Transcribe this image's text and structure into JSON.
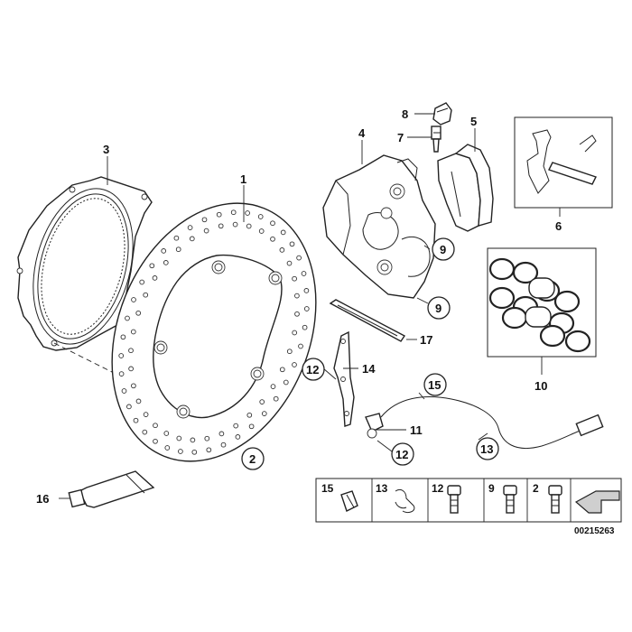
{
  "callouts": {
    "c1": "1",
    "c2": "2",
    "c3": "3",
    "c4": "4",
    "c5": "5",
    "c6": "6",
    "c7": "7",
    "c8": "8",
    "c9a": "9",
    "c9b": "9",
    "c10": "10",
    "c11": "11",
    "c12a": "12",
    "c12b": "12",
    "c13": "13",
    "c14": "14",
    "c15": "15",
    "c16": "16",
    "c17": "17"
  },
  "legend": {
    "items": [
      "15",
      "13",
      "12",
      "9",
      "2"
    ]
  },
  "doc_number": "00215263",
  "colors": {
    "line": "#222222",
    "background": "#ffffff",
    "arrow_fill": "#cfcfcf"
  }
}
